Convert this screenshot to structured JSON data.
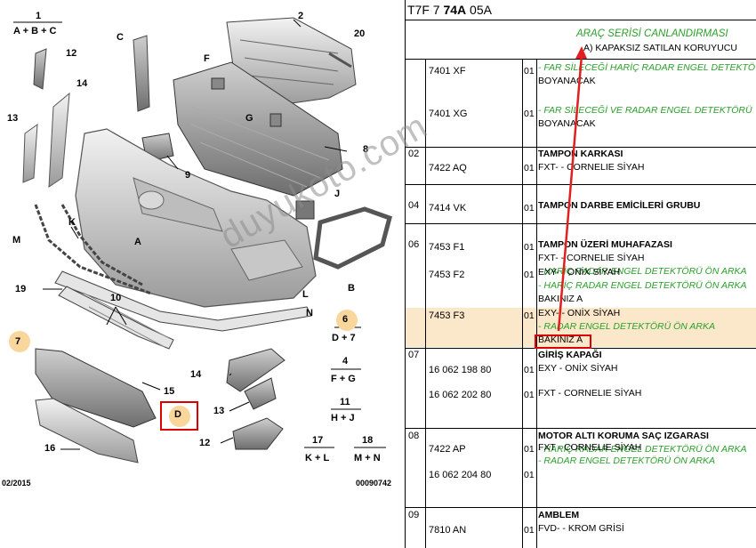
{
  "diagram": {
    "labels": {
      "one": "1",
      "abc": "A + B + C",
      "two": "2",
      "c": "C",
      "twelve_top": "12",
      "twenty": "20",
      "f": "F",
      "fourteen_left": "14",
      "thirteen_left": "13",
      "g": "G",
      "eight": "8",
      "nine": "9",
      "j": "J",
      "k": "K",
      "m": "M",
      "a": "A",
      "nineteen": "19",
      "ten": "10",
      "l": "L",
      "n": "N",
      "b": "B",
      "six": "6",
      "d7": "D + 7",
      "seven": "7",
      "four": "4",
      "fg": "F + G",
      "fourteen_mid": "14",
      "fifteen": "15",
      "eleven": "11",
      "hj": "H + J",
      "thirteen_mid": "13",
      "d": "D",
      "twelve_bottom": "12",
      "seventeen": "17",
      "kl": "K + L",
      "eighteen": "18",
      "mn": "M + N",
      "sixteen": "16",
      "date": "02/2015",
      "doc_no": "00090742"
    }
  },
  "document": {
    "code_prefix": "T7F 7 ",
    "code_bold": "74A",
    "code_suffix": " 05A",
    "header_green": "ARAÇ SERİSİ CANLANDIRMASI",
    "header_sub": "A) KAPAKSIZ SATILAN KORUYUCU",
    "rows": [
      {
        "grp": "",
        "ref": "7401 XF",
        "qty": "01",
        "lines": [
          {
            "c": "green",
            "t": "- FAR SİLECEĞİ HARİÇ RADAR ENGEL DETEKTÖ"
          },
          {
            "c": "black",
            "t": "BOYANACAK"
          }
        ]
      },
      {
        "grp": "",
        "ref": "7401 XG",
        "qty": "01",
        "lines": [
          {
            "c": "green",
            "t": "- FAR SİLECEĞİ VE RADAR ENGEL DETEKTÖRÜ"
          },
          {
            "c": "black",
            "t": "BOYANACAK"
          }
        ]
      },
      {
        "grp": "02",
        "ref": "7422 AQ",
        "qty": "01",
        "lines": [
          {
            "c": "bold",
            "t": "TAMPON KARKASI"
          },
          {
            "c": "black",
            "t": "FXT- - CORNELIE SİYAH"
          }
        ]
      },
      {
        "grp": "04",
        "ref": "7414 VK",
        "qty": "01",
        "lines": [
          {
            "c": "bold",
            "t": "TAMPON DARBE EMİCİLERİ GRUBU"
          }
        ]
      },
      {
        "grp": "06",
        "ref": "7453 F1",
        "qty": "01",
        "lines": [
          {
            "c": "bold",
            "t": "TAMPON ÜZERİ MUHAFAZASI"
          },
          {
            "c": "black",
            "t": "FXT- - CORNELIE SİYAH"
          },
          {
            "c": "green",
            "t": "- HARİÇ RADAR ENGEL DETEKTÖRÜ ÖN ARKA"
          }
        ]
      },
      {
        "grp": "",
        "ref": "7453 F2",
        "qty": "01",
        "lines": [
          {
            "c": "black",
            "t": "EXY- - ONİX SİYAH"
          },
          {
            "c": "green",
            "t": "- HARİÇ RADAR ENGEL DETEKTÖRÜ ÖN ARKA"
          },
          {
            "c": "black",
            "t": "BAKINIZ A"
          }
        ]
      },
      {
        "grp": "",
        "ref": "7453 F3",
        "qty": "01",
        "lines": [
          {
            "c": "black",
            "t": "EXY- - ONİX SİYAH"
          },
          {
            "c": "green",
            "t": "- RADAR ENGEL DETEKTÖRÜ ÖN ARKA"
          },
          {
            "c": "black",
            "t": "BAKINIZ A"
          }
        ]
      },
      {
        "grp": "07",
        "ref": "16 062 198 80",
        "qty": "01",
        "lines": [
          {
            "c": "bold",
            "t": "GİRİŞ KAPAĞI"
          },
          {
            "c": "black",
            "t": "EXY - ONİX SİYAH"
          }
        ]
      },
      {
        "grp": "",
        "ref": "16 062 202 80",
        "qty": "01",
        "lines": [
          {
            "c": "black",
            "t": "FXT - CORNELIE SİYAH"
          }
        ]
      },
      {
        "grp": "08",
        "ref": "7422 AP",
        "qty": "01",
        "lines": [
          {
            "c": "bold",
            "t": "MOTOR ALTI KORUMA SAÇ IZGARASI"
          },
          {
            "c": "green",
            "t": "- HARİÇ RADAR ENGEL DETEKTÖRÜ ÖN ARKA"
          }
        ]
      },
      {
        "grp": "",
        "ref": "16 062 204 80",
        "qty": "01",
        "lines": [
          {
            "c": "black",
            "t": "FXT - CORNELIE SİYAH"
          },
          {
            "c": "green",
            "t": "- RADAR ENGEL DETEKTÖRÜ ÖN ARKA"
          }
        ]
      },
      {
        "grp": "09",
        "ref": "7810 AN",
        "qty": "01",
        "lines": [
          {
            "c": "bold",
            "t": "AMBLEM"
          },
          {
            "c": "black",
            "t": "FVD- - KROM GRİSİ"
          }
        ]
      }
    ]
  },
  "watermark": "duyukoto.com"
}
